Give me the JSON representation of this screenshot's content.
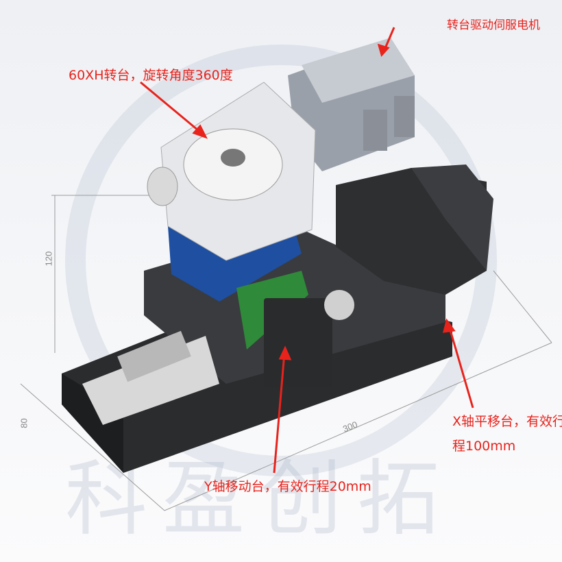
{
  "labels": {
    "servo_motor": "转台驱动伺服电机",
    "rotary_stage": "60XH转台，旋转角度360度",
    "x_stage_line1": "X轴平移台，有效行",
    "x_stage_line2": "程100mm",
    "y_stage": "Y轴移动台，有效行程20mm"
  },
  "dimensions": {
    "height": "120",
    "width": "80",
    "length": "300"
  },
  "watermark": "科盈创拓",
  "colors": {
    "annotation": "#e8231c",
    "body": "#2b2c2e",
    "blue_base": "#1f4fa0",
    "green_plate": "#2f8a3a"
  }
}
